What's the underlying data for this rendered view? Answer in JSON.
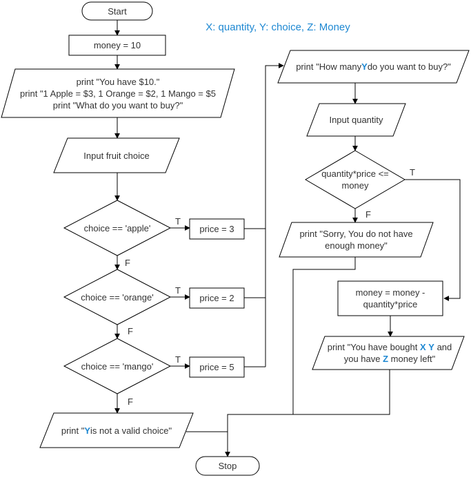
{
  "colors": {
    "accent_blue": "#1e88d2",
    "stroke": "#000000",
    "text": "#333333"
  },
  "legend": {
    "text": "X: quantity, Y: choice, Z: Money"
  },
  "edge_labels": {
    "true": "T",
    "false": "F"
  },
  "nodes": {
    "start": {
      "label": "Start"
    },
    "init_money": {
      "label": "money = 10"
    },
    "intro_print": {
      "lines": [
        "print \"You have $10.\"",
        "print \"1 Apple = $3, 1 Orange = $2, 1 Mango = $5",
        "print \"What do you want to buy?\""
      ]
    },
    "input_fruit": {
      "label": "Input fruit choice"
    },
    "check_apple": {
      "label": "choice == 'apple'"
    },
    "price_apple": {
      "label": "price = 3"
    },
    "check_orange": {
      "label": "choice == 'orange'"
    },
    "price_orange": {
      "label": "price = 2"
    },
    "check_mango": {
      "label": "choice == 'mango'"
    },
    "price_mango": {
      "label": "price = 5"
    },
    "invalid_print": {
      "rich": [
        {
          "t": "print \""
        },
        {
          "t": "Y",
          "hl": true
        },
        {
          "t": " is not a valid choice\""
        }
      ]
    },
    "stop": {
      "label": "Stop"
    },
    "ask_quantity": {
      "rich": [
        {
          "t": "print \"How many "
        },
        {
          "t": "Y",
          "hl": true
        },
        {
          "t": " do you want to buy?\""
        }
      ]
    },
    "input_quantity": {
      "label": "Input quantity"
    },
    "check_money": {
      "lines": [
        "quantity*price <=",
        "money"
      ]
    },
    "sorry_print": {
      "lines": [
        "print \"Sorry, You do not have",
        "enough money\""
      ]
    },
    "update_money": {
      "lines": [
        "money = money -",
        "quantity*price"
      ]
    },
    "bought_print": {
      "rich_lines": [
        [
          {
            "t": "print \"You have bought "
          },
          {
            "t": "X",
            "hl": true
          },
          {
            "t": " "
          },
          {
            "t": "Y",
            "hl": true
          },
          {
            "t": " and"
          }
        ],
        [
          {
            "t": "you have "
          },
          {
            "t": "Z",
            "hl": true
          },
          {
            "t": " money left\""
          }
        ]
      ]
    }
  }
}
